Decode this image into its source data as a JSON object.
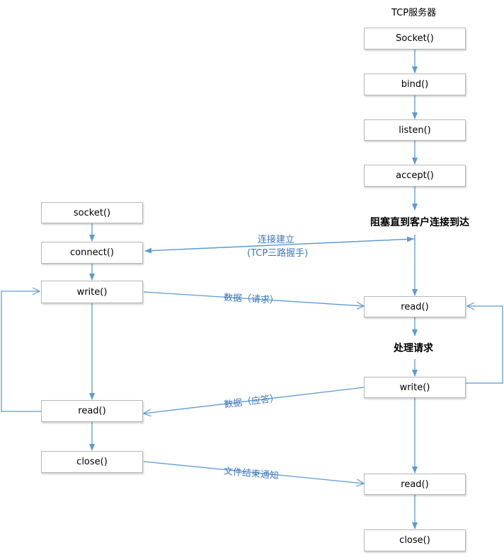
{
  "server": {
    "title": "TCP服务器",
    "socket": "Socket()",
    "bind": "bind()",
    "listen": "listen()",
    "accept": "accept()",
    "blocking": "阻塞直到客户连接到达",
    "read1": "read()",
    "process": "处理请求",
    "write": "write()",
    "read2": "read()",
    "close": "close()"
  },
  "client": {
    "socket": "socket()",
    "connect": "connect()",
    "write": "write()",
    "read": "read()",
    "close": "close()"
  },
  "messages": {
    "connect_line1": "连接建立",
    "connect_line2": "(TCP三路握手)",
    "request": "数据（请求）",
    "reply": "数据（应答）",
    "eof": "文件结束通知"
  },
  "colors": {
    "line": "#5b9bd5",
    "label": "#3f77ba"
  }
}
